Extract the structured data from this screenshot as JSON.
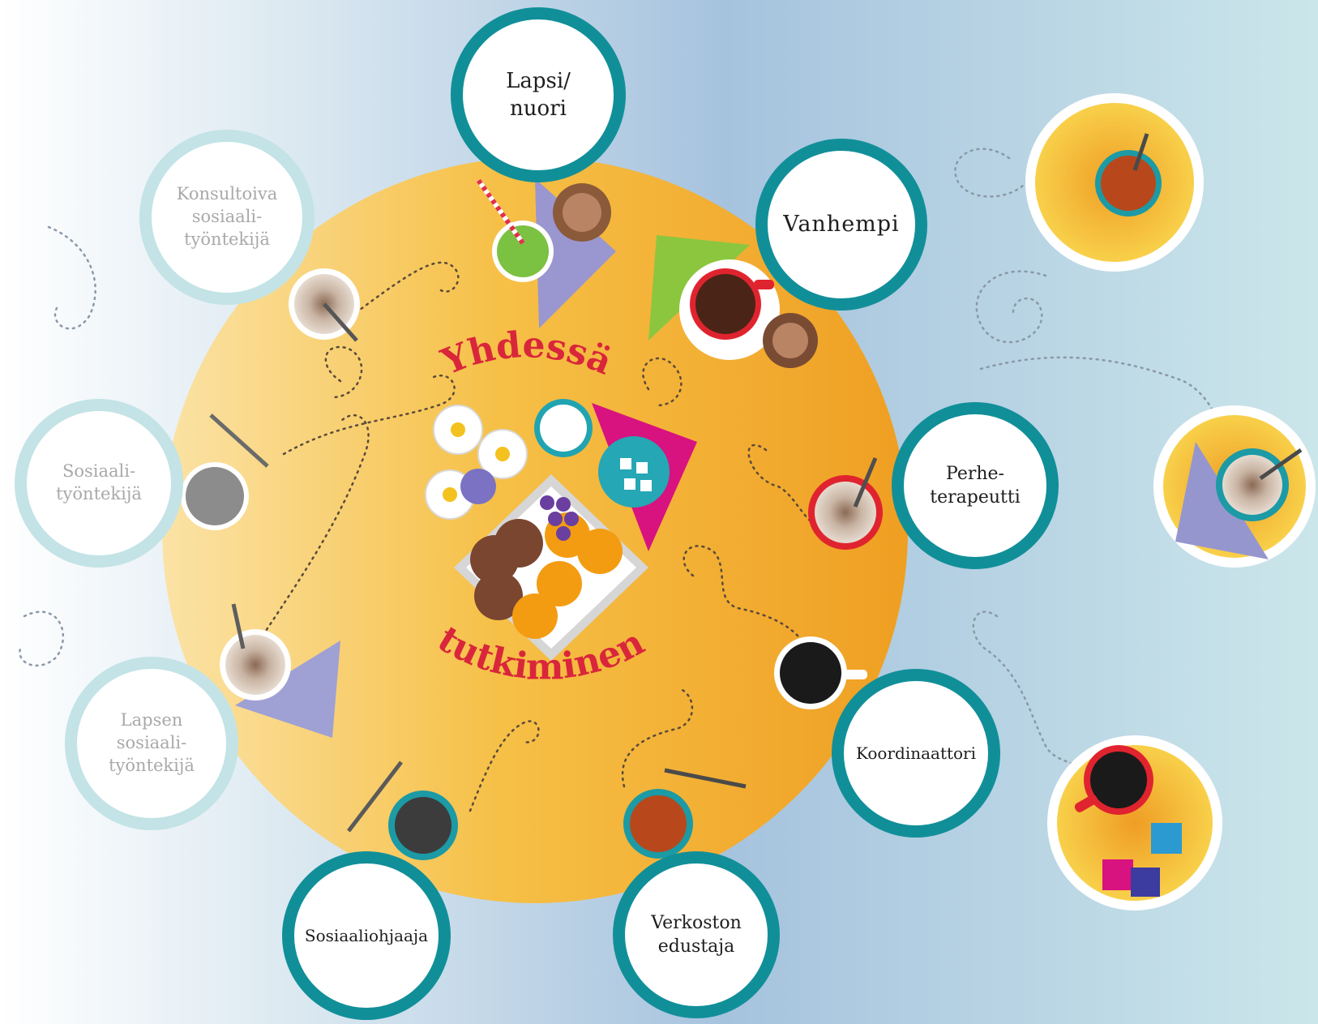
{
  "title_top": "Yhdessä",
  "title_bottom": "tutkiminen",
  "seats": [
    {
      "id": "lapsi-nuori",
      "label": "Lapsi/\nnuori",
      "active": true
    },
    {
      "id": "vanhempi",
      "label": "Vanhempi",
      "active": true
    },
    {
      "id": "perheterapeutti",
      "label": "Perhe-\nterapeutti",
      "active": true
    },
    {
      "id": "koordinaattori",
      "label": "Koordinaattori",
      "active": true
    },
    {
      "id": "verkoston-edustaja",
      "label": "Verkoston\nedustaja",
      "active": true
    },
    {
      "id": "sosiaaliohjaaja",
      "label": "Sosiaaliohjaaja",
      "active": true
    },
    {
      "id": "lapsen-sosiaalityontekija",
      "label": "Lapsen\nsosiaali-\ntyöntekijä",
      "active": false
    },
    {
      "id": "sosiaalityontekija",
      "label": "Sosiaali-\ntyöntekijä",
      "active": false
    },
    {
      "id": "konsultoiva-sosiaalityontekija",
      "label": "Konsultoiva\nsosiaali-\ntyöntekijä",
      "active": false
    }
  ],
  "colors": {
    "table": "#f0a92a",
    "seat_ring_active": "#118f99",
    "seat_ring_inactive": "#c3e3e6",
    "title_text": "#d9263b",
    "background_left": "#ffffff",
    "background_mid": "#a7c4de",
    "background_right": "#c8e6ea",
    "extra_plate": "#f6c432"
  }
}
